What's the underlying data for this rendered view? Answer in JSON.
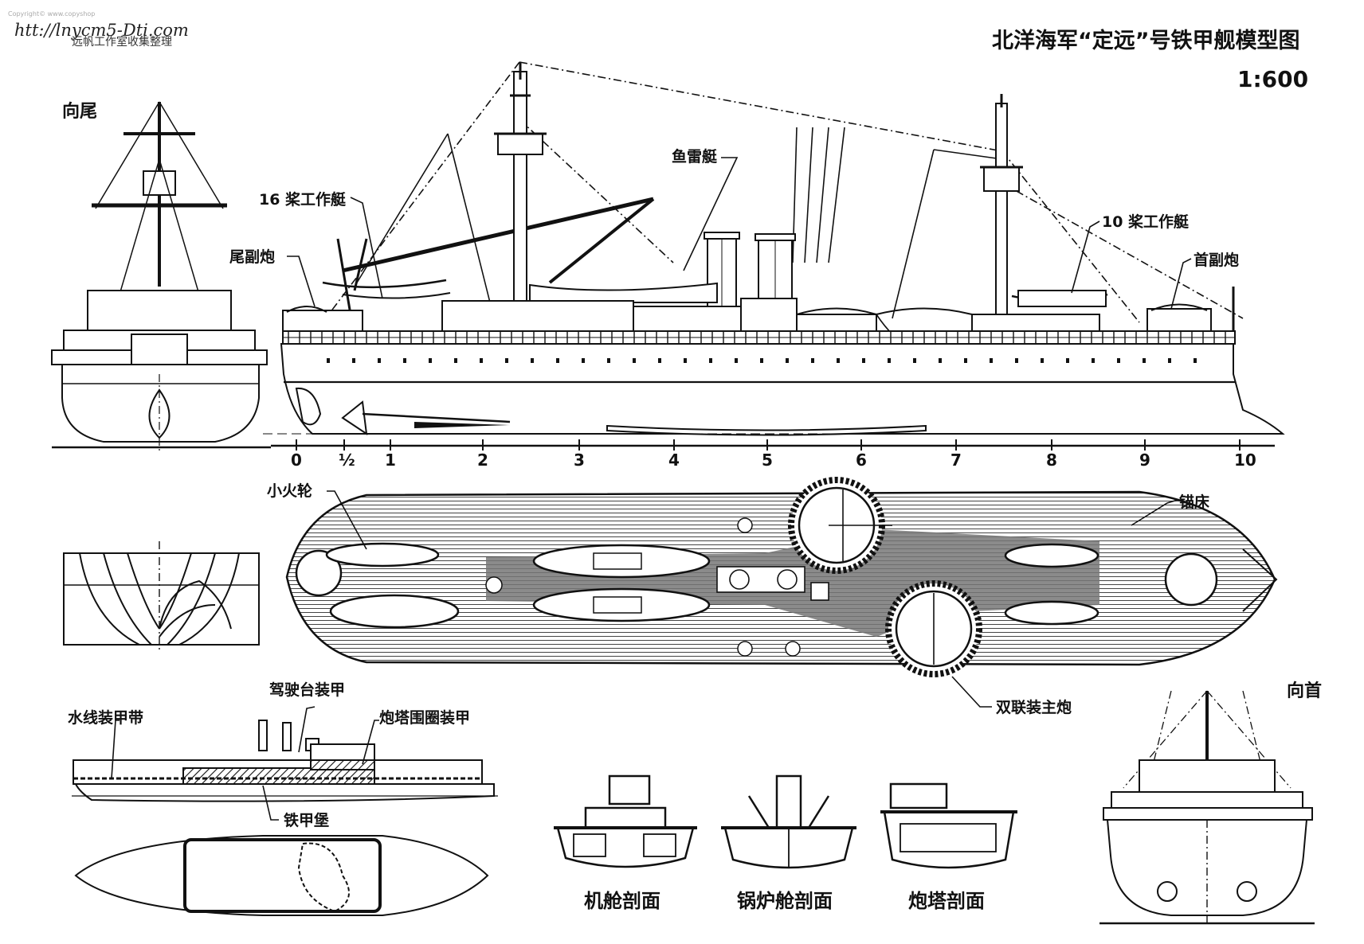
{
  "watermark": {
    "copyright": "Copyright© www.copyshop",
    "site": "htt://lnycm5-Dti.com",
    "credit": "远帆工作室收集整理"
  },
  "header": {
    "title": "北洋海军“定远”号铁甲舰模型图",
    "scale": "1:600"
  },
  "views": {
    "stern_view": "向尾",
    "bow_view": "向首"
  },
  "labels": {
    "boat16": "16 桨工作艇",
    "torpedo_boat": "鱼雷艇",
    "boat10": "10 桨工作艇",
    "stern_gun": "尾副炮",
    "bow_gun": "首副炮",
    "steam_launch": "小火轮",
    "anchor_bed": "锚床",
    "main_guns": "双联装主炮",
    "bridge_armor": "驾驶台装甲",
    "waterline_belt": "水线装甲带",
    "barbette_armor": "炮塔围圈装甲",
    "citadel": "铁甲堡"
  },
  "scale_ticks": [
    "0",
    "½",
    "1",
    "2",
    "3",
    "4",
    "5",
    "6",
    "7",
    "8",
    "9",
    "10"
  ],
  "section_captions": {
    "engine": "机舱剖面",
    "boiler": "锅炉舱剖面",
    "turret": "炮塔剖面"
  }
}
